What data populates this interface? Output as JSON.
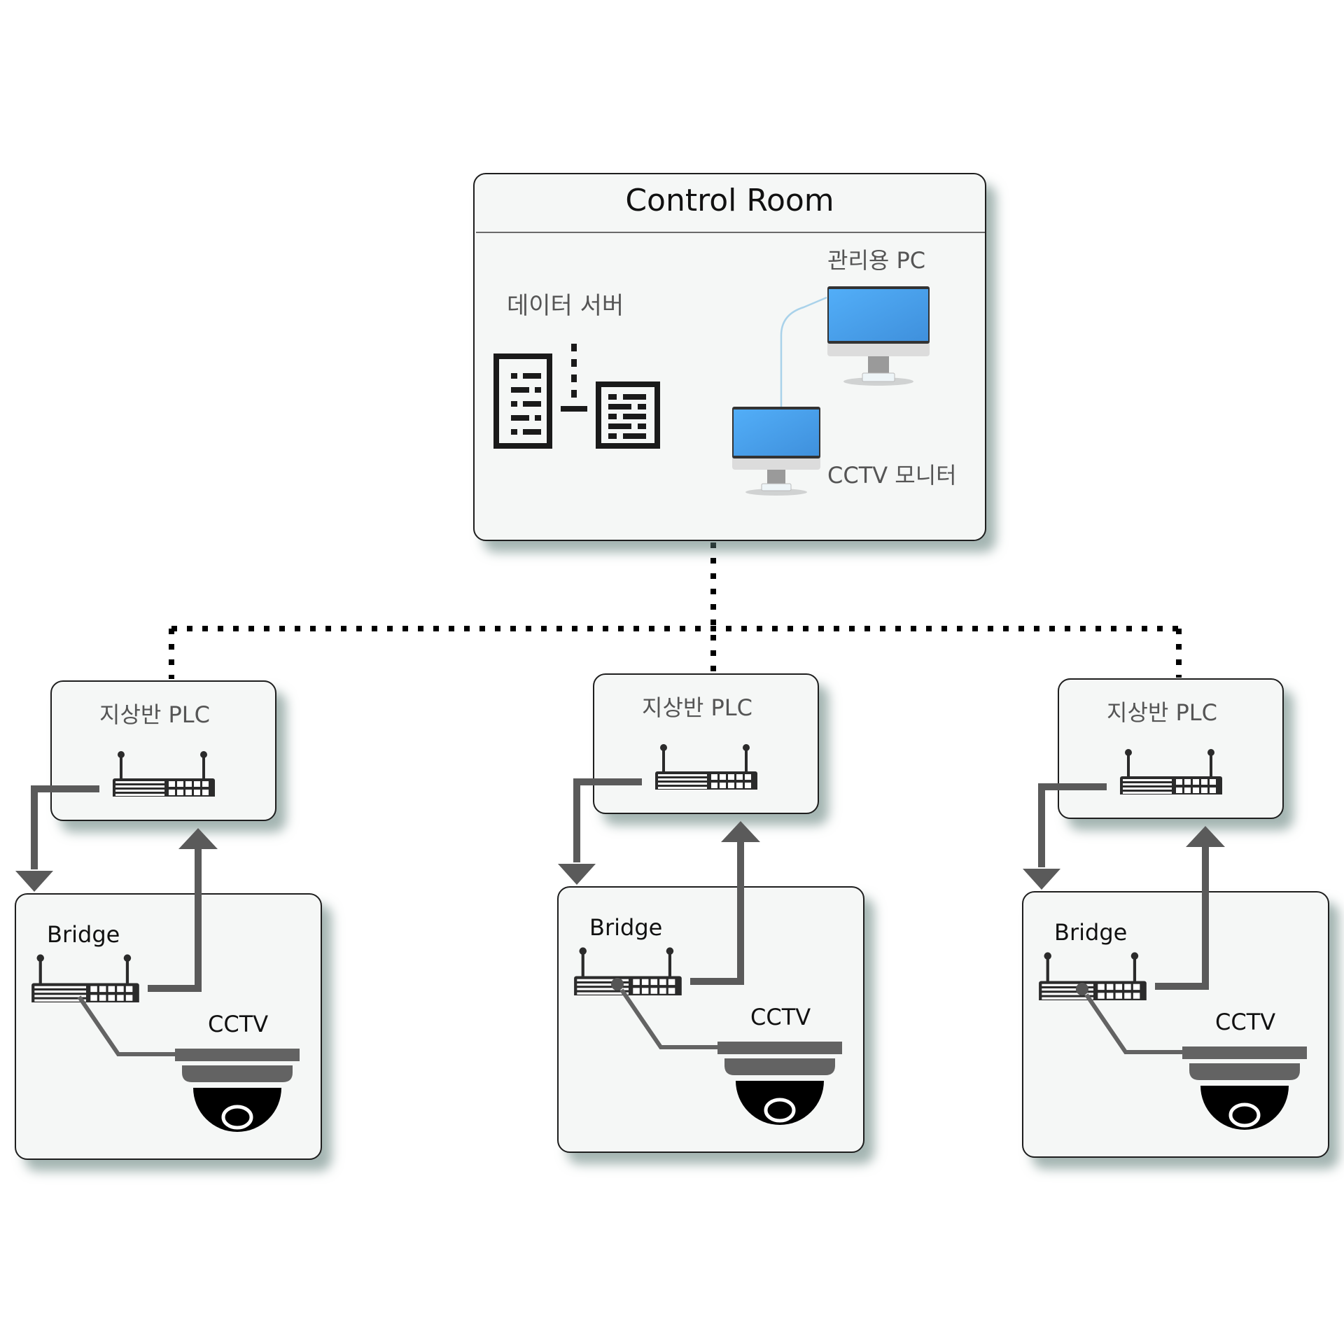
{
  "diagram": {
    "control_room": {
      "title": "Control Room",
      "data_server_label": "데이터 서버",
      "management_pc_label": "관리용 PC",
      "cctv_monitor_label": "CCTV 모니터"
    },
    "sites": [
      {
        "plc_label": "지상반 PLC",
        "bridge_label": "Bridge",
        "camera_label": "CCTV"
      },
      {
        "plc_label": "지상반 PLC",
        "bridge_label": "Bridge",
        "camera_label": "CCTV"
      },
      {
        "plc_label": "지상반 PLC",
        "bridge_label": "Bridge",
        "camera_label": "CCTV"
      }
    ],
    "colors": {
      "box_fill": "#f5f7f6",
      "box_border": "#1e1e1e",
      "arrow": "#5a5a5a",
      "monitor_screen": "#4aa3f0",
      "dotted_link": "#000000",
      "camera_body": "#000000",
      "camera_mount": "#636363"
    }
  }
}
